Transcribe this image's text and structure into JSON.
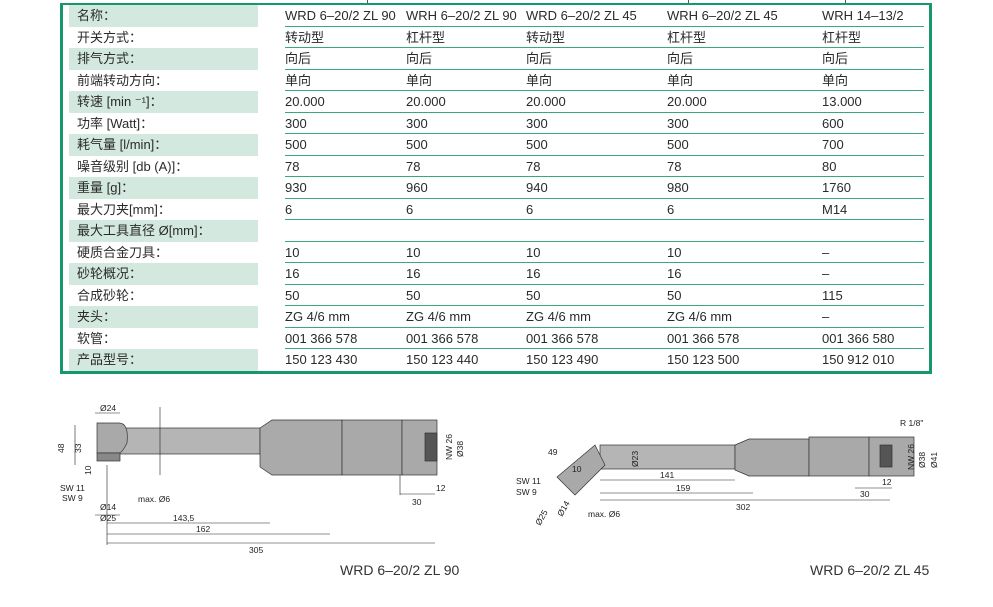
{
  "table": {
    "rows": [
      {
        "label": "名称：",
        "values": [
          "WRD 6–20/2 ZL 90",
          "WRH 6–20/2 ZL 90",
          "WRD 6–20/2 ZL 45",
          "WRH 6–20/2 ZL 45",
          "WRH 14–13/2"
        ]
      },
      {
        "label": "开关方式：",
        "values": [
          "转动型",
          "杠杆型",
          "转动型",
          "杠杆型",
          "杠杆型"
        ]
      },
      {
        "label": "排气方式：",
        "values": [
          "向后",
          "向后",
          "向后",
          "向后",
          "向后"
        ]
      },
      {
        "label": "前端转动方向：",
        "values": [
          "单向",
          "单向",
          "单向",
          "单向",
          "单向"
        ]
      },
      {
        "label": "转速 [min ⁻¹]：",
        "values": [
          "20.000",
          "20.000",
          "20.000",
          "20.000",
          "13.000"
        ]
      },
      {
        "label": "功率 [Watt]：",
        "values": [
          "300",
          "300",
          "300",
          "300",
          "600"
        ]
      },
      {
        "label": "耗气量 [l/min]：",
        "values": [
          "500",
          "500",
          "500",
          "500",
          "700"
        ]
      },
      {
        "label": "噪音级别 [db (A)]：",
        "values": [
          "78",
          "78",
          "78",
          "78",
          "80"
        ]
      },
      {
        "label": "重量 [g]：",
        "values": [
          "930",
          "960",
          "940",
          "980",
          "1760"
        ]
      },
      {
        "label": "最大刀夹[mm]：",
        "values": [
          "6",
          "6",
          "6",
          "6",
          "M14"
        ]
      },
      {
        "label": "最大工具直径 Ø[mm]：",
        "values": [
          "",
          "",
          "",
          "",
          ""
        ]
      },
      {
        "label": "硬质合金刀具：",
        "values": [
          "10",
          "10",
          "10",
          "10",
          "–"
        ]
      },
      {
        "label": "砂轮概况：",
        "values": [
          "16",
          "16",
          "16",
          "16",
          "–"
        ]
      },
      {
        "label": "合成砂轮：",
        "values": [
          "50",
          "50",
          "50",
          "50",
          "115"
        ]
      },
      {
        "label": "夹头：",
        "values": [
          "ZG 4/6 mm",
          "ZG 4/6 mm",
          "ZG 4/6 mm",
          "ZG 4/6 mm",
          "–"
        ]
      },
      {
        "label": "软管：",
        "values": [
          "001 366 578",
          "001 366 578",
          "001 366 578",
          "001 366 578",
          "001 366 580"
        ]
      },
      {
        "label": "产品型号：",
        "values": [
          "150  123 430",
          "150  123 440",
          "150  123 490",
          "150  123 500",
          "150  912 010"
        ]
      }
    ]
  },
  "drawing_left": {
    "caption": "WRD 6–20/2 ZL 90",
    "dims": {
      "d24": "Ø24",
      "h48": "48",
      "h33": "33",
      "h10": "10",
      "sw11": "SW 11",
      "sw9": "SW 9",
      "d14": "Ø14",
      "d25": "Ø25",
      "max6": "max. Ø6",
      "l1435": "143,5",
      "l162": "162",
      "l305": "305",
      "nw26": "NW 26",
      "d38": "Ø38",
      "l12": "12",
      "l30": "30"
    }
  },
  "drawing_right": {
    "caption": "WRD 6–20/2 ZL 45",
    "dims": {
      "h49": "49",
      "h10": "10",
      "sw11": "SW 11",
      "sw9": "SW 9",
      "d25": "Ø25",
      "d14": "Ø14",
      "max6": "max. Ø6",
      "d23": "Ø23",
      "l141": "141",
      "l159": "159",
      "l302": "302",
      "r18": "R 1/8\"",
      "nw26": "NW 26",
      "d38": "Ø38",
      "d41": "Ø41",
      "l12": "12",
      "l30": "30"
    }
  }
}
